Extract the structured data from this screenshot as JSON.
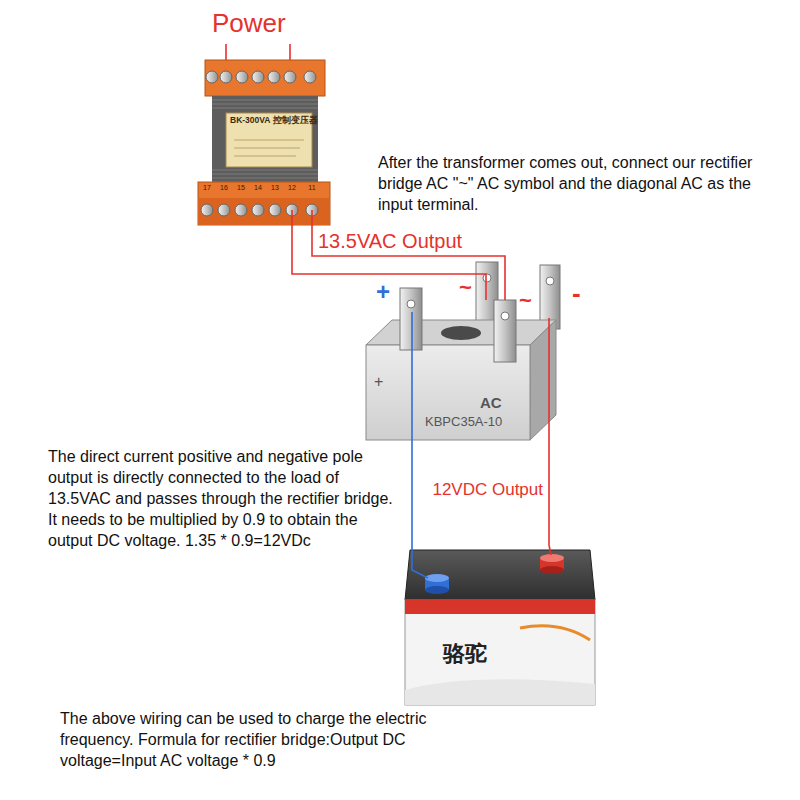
{
  "diagram": {
    "nodes": [
      {
        "text": [
          "BK-300VA 控制变压器"
        ]
      },
      {
        "text": [
          "+",
          "KBPC35A-10",
          "AC"
        ]
      },
      {
        "text": [
          "骆驼"
        ]
      }
    ],
    "edges": [
      {
        "from": 0,
        "to": 1,
        "arrow": "none",
        "label": "13.5VAC Output"
      },
      {
        "from": 0,
        "to": 1,
        "arrow": "none"
      },
      {
        "from": 1,
        "to": 2,
        "arrow": "none"
      },
      {
        "from": 1,
        "to": 2,
        "arrow": "none",
        "label": "12VDC Output"
      }
    ],
    "labels": [
      "Power",
      "After the transformer comes out, connect our rectifier bridge AC \"~\" AC symbol and the diagonal AC as the input terminal.",
      "17",
      "16",
      "15",
      "14",
      "13",
      "12",
      "11",
      "~",
      "~",
      "+",
      "-",
      "The direct current positive and negative pole output is directly connected to the load of 13.5VAC and passes through the rectifier bridge. It needs to be multiplied by 0.9 to obtain the output DC voltage. 1.35 * 0.9=12VDc",
      "The above wiring can be used to charge the electric frequency. Formula for rectifier bridge:Output DC voltage=Input AC voltage * 0.9"
    ]
  }
}
